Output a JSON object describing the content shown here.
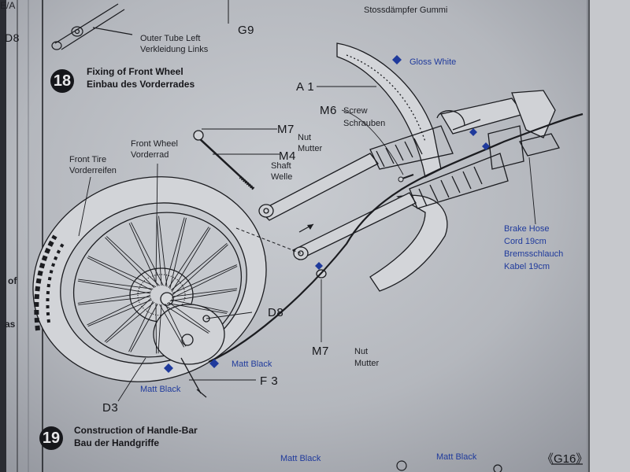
{
  "top": {
    "header_left": "E/A",
    "part_d8_left": "D8",
    "outer_tube_en": "Outer Tube Left",
    "outer_tube_de": "Verkleidung Links",
    "part_g9": "G9",
    "stossdampfer": "Stossdämpfer Gummi"
  },
  "left_margin": {
    "of": "of",
    "as": "as"
  },
  "step18": {
    "number": "18",
    "title_en": "Fixing of Front Wheel",
    "title_de": "Einbau des Vorderrades"
  },
  "labels": {
    "front_tire_en": "Front Tire",
    "front_tire_de": "Vorderreifen",
    "front_wheel_en": "Front Wheel",
    "front_wheel_de": "Vorderrad",
    "a1": "A 1",
    "m6": "M6",
    "screw_en": "Screw",
    "screw_de": "Schrauben",
    "m7_top": "M7",
    "nut_en_top": "Nut",
    "nut_de_top": "Mutter",
    "m4": "M4",
    "shaft_en": "Shaft",
    "shaft_de": "Welle",
    "gloss_white": "Gloss White",
    "brake_hose_en": "Brake Hose",
    "brake_cord": "Cord 19cm",
    "brake_de": "Bremsschlauch",
    "brake_kabel": "Kabel 19cm",
    "d8": "D8",
    "m7_bottom": "M7",
    "nut_en_bottom": "Nut",
    "nut_de_bottom": "Mutter",
    "matt_black_1": "Matt Black",
    "matt_black_2": "Matt Black",
    "f3": "F 3",
    "d3": "D3"
  },
  "step19": {
    "number": "19",
    "title_en": "Construction of Handle-Bar",
    "title_de": "Bau der Handgriffe"
  },
  "bottom": {
    "matt_black_left": "Matt Black",
    "matt_black_right": "Matt Black",
    "page_id": "《G16》"
  },
  "colors": {
    "paint_blue": "#1f3a9c",
    "line": "#1b1c20",
    "paper": "#c4c7cc"
  }
}
